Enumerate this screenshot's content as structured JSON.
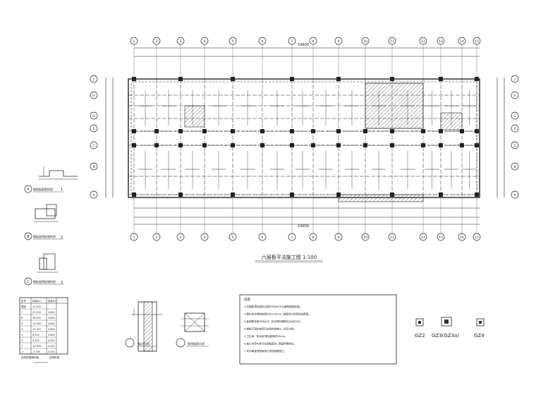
{
  "plan": {
    "title": "六层板平法施工图 1:100",
    "top_axes": [
      "1",
      "2",
      "3",
      "4",
      "5",
      "6",
      "7",
      "8",
      "9",
      "10",
      "11",
      "12",
      "13",
      "14",
      "15"
    ],
    "left_axes": [
      "J",
      "H",
      "G",
      "E",
      "C",
      "B",
      "A"
    ],
    "overall_dim": "59900"
  },
  "sections": [
    {
      "circle": "A",
      "label": "挑檐板配筋构造",
      "num": "1"
    },
    {
      "circle": "B",
      "label": "楼板留洞加强构造",
      "num": "2"
    },
    {
      "circle": "C",
      "label": "楼板留洞加强构造",
      "num": "3"
    }
  ],
  "elevation_table": {
    "header": [
      "层号",
      "标高(m)",
      "层高(m)"
    ],
    "rows": [
      [
        "屋面",
        "22.500",
        ""
      ],
      [
        "7",
        "22.500",
        "3.600"
      ],
      [
        "6",
        "18.900",
        "3.600"
      ],
      [
        "5",
        "15.300",
        "3.600"
      ],
      [
        "4",
        "11.700",
        "3.600"
      ],
      [
        "3",
        "8.100",
        "3.600"
      ],
      [
        "2",
        "4.500",
        "4.500"
      ],
      [
        "1",
        "±0.000",
        "4.500"
      ],
      [
        "-1",
        "-5.300",
        "5.300"
      ]
    ],
    "caption": "结构层楼面标高",
    "caption2": "结构层高"
  },
  "details": {
    "left": "板边大样",
    "right": "管线留洞大样"
  },
  "notes": {
    "heading": "说明",
    "lines": [
      "1.本图板顶标高除注明外均为H(H为建筑楼面标高)。",
      "2.图中未注明的板厚均为120mm, 板筋均为双层双向配筋。",
      "3.板钢筋采用HRB400, 未注明的钢筋均为8@200。",
      "4.楼板开洞处按洞口加强构造施工, 详见大样。",
      "5.卫生间、阳台板顶标高降低50mm。",
      "6.施工时须与各专业图纸配合, 预留预埋到位。",
      "7.未尽事宜按国家现行规范规程施工。"
    ]
  },
  "columns_legend": [
    "GZ2",
    "GZ3(GZ3a)",
    "GZ4"
  ],
  "colors": {
    "line": "#222222",
    "hatch": "#555555"
  }
}
